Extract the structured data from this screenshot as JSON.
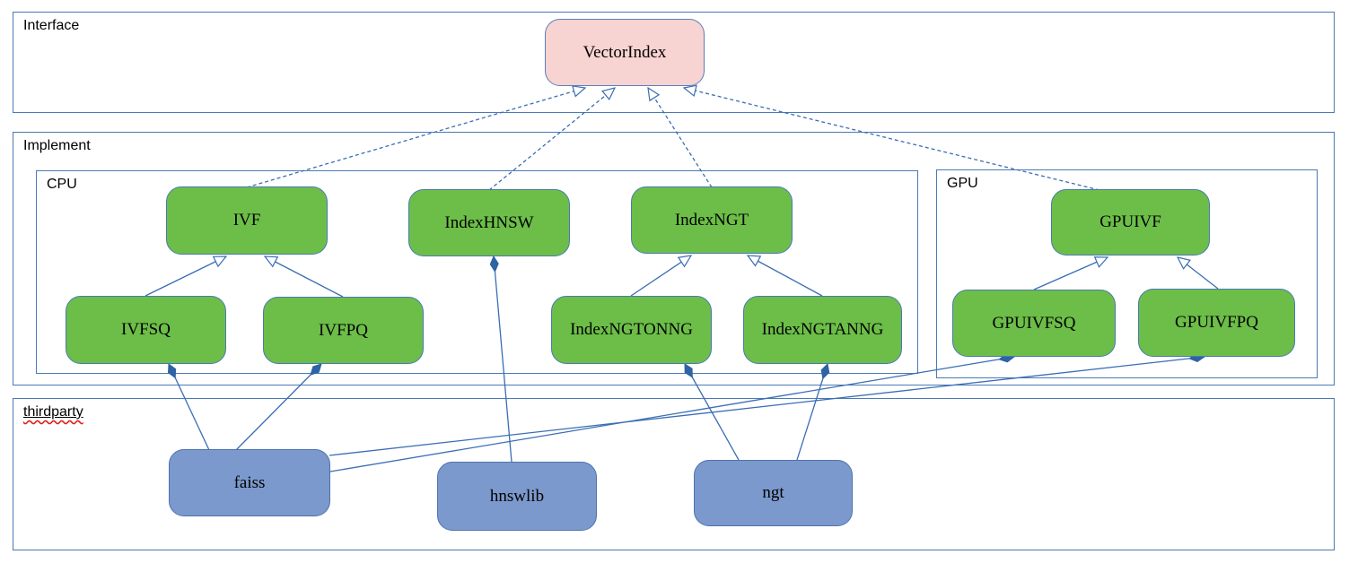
{
  "containers": {
    "interface": "Interface",
    "implement": "Implement",
    "cpu": "CPU",
    "gpu": "GPU",
    "thirdparty": "thirdparty"
  },
  "nodes": {
    "vectorindex": {
      "label": "VectorIndex",
      "kind": "interface"
    },
    "ivf": {
      "label": "IVF",
      "kind": "class"
    },
    "indexhnsw": {
      "label": "IndexHNSW",
      "kind": "class"
    },
    "indexngt": {
      "label": "IndexNGT",
      "kind": "class"
    },
    "ivfsq": {
      "label": "IVFSQ",
      "kind": "class"
    },
    "ivfpq": {
      "label": "IVFPQ",
      "kind": "class"
    },
    "indexngtonng": {
      "label": "IndexNGTONNG",
      "kind": "class"
    },
    "indexngtanng": {
      "label": "IndexNGTANNG",
      "kind": "class"
    },
    "gpuivf": {
      "label": "GPUIVF",
      "kind": "class"
    },
    "gpuivfsq": {
      "label": "GPUIVFSQ",
      "kind": "class"
    },
    "gpuivfpq": {
      "label": "GPUIVFPQ",
      "kind": "class"
    },
    "faiss": {
      "label": "faiss",
      "kind": "thirdparty"
    },
    "hnswlib": {
      "label": "hnswlib",
      "kind": "thirdparty"
    },
    "ngt": {
      "label": "ngt",
      "kind": "thirdparty"
    }
  },
  "edges": [
    {
      "from": "IVF",
      "to": "VectorIndex",
      "relation": "implements",
      "style": "dashed-hollow-arrow"
    },
    {
      "from": "IndexHNSW",
      "to": "VectorIndex",
      "relation": "implements",
      "style": "dashed-hollow-arrow"
    },
    {
      "from": "IndexNGT",
      "to": "VectorIndex",
      "relation": "implements",
      "style": "dashed-hollow-arrow"
    },
    {
      "from": "GPUIVF",
      "to": "VectorIndex",
      "relation": "implements",
      "style": "dashed-hollow-arrow"
    },
    {
      "from": "IVFSQ",
      "to": "IVF",
      "relation": "extends",
      "style": "solid-hollow-arrow"
    },
    {
      "from": "IVFPQ",
      "to": "IVF",
      "relation": "extends",
      "style": "solid-hollow-arrow"
    },
    {
      "from": "IndexNGTONNG",
      "to": "IndexNGT",
      "relation": "extends",
      "style": "solid-hollow-arrow"
    },
    {
      "from": "IndexNGTANNG",
      "to": "IndexNGT",
      "relation": "extends",
      "style": "solid-hollow-arrow"
    },
    {
      "from": "GPUIVFSQ",
      "to": "GPUIVF",
      "relation": "extends",
      "style": "solid-hollow-arrow"
    },
    {
      "from": "GPUIVFPQ",
      "to": "GPUIVF",
      "relation": "extends",
      "style": "solid-hollow-arrow"
    },
    {
      "from": "IVFSQ",
      "to": "faiss",
      "relation": "composes",
      "style": "solid-filled-diamond"
    },
    {
      "from": "IVFPQ",
      "to": "faiss",
      "relation": "composes",
      "style": "solid-filled-diamond"
    },
    {
      "from": "IndexHNSW",
      "to": "hnswlib",
      "relation": "composes",
      "style": "solid-filled-diamond"
    },
    {
      "from": "IndexNGTONNG",
      "to": "ngt",
      "relation": "composes",
      "style": "solid-filled-diamond"
    },
    {
      "from": "IndexNGTANNG",
      "to": "ngt",
      "relation": "composes",
      "style": "solid-filled-diamond"
    },
    {
      "from": "GPUIVFSQ",
      "to": "faiss",
      "relation": "composes",
      "style": "solid-filled-diamond"
    },
    {
      "from": "GPUIVFPQ",
      "to": "faiss",
      "relation": "composes",
      "style": "solid-filled-diamond"
    }
  ],
  "colors": {
    "container_border": "#4a79b5",
    "interface_fill": "#f7d3d1",
    "class_fill": "#6cbe48",
    "thirdparty_fill": "#7b99cc",
    "edge_stroke": "#3a6db5",
    "diamond_fill": "#2e63a4",
    "spellcheck_squiggle": "#dd1f1f"
  }
}
